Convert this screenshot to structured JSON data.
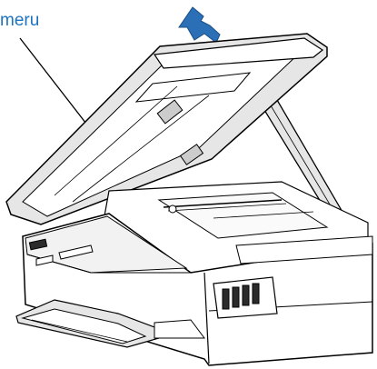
{
  "callout": {
    "label": "meru",
    "color": "#1e73be"
  },
  "arrow": {
    "direction": "up-left",
    "color": "#2b6fb6",
    "icon": "lift-direction-arrow-icon"
  },
  "device": {
    "name": "printer-with-lifted-scanner-cover",
    "line_color": "#000000",
    "body_fill": "#ffffff",
    "shade_fill": "#e6e6e6",
    "dark_fill": "#2b2b2b"
  }
}
